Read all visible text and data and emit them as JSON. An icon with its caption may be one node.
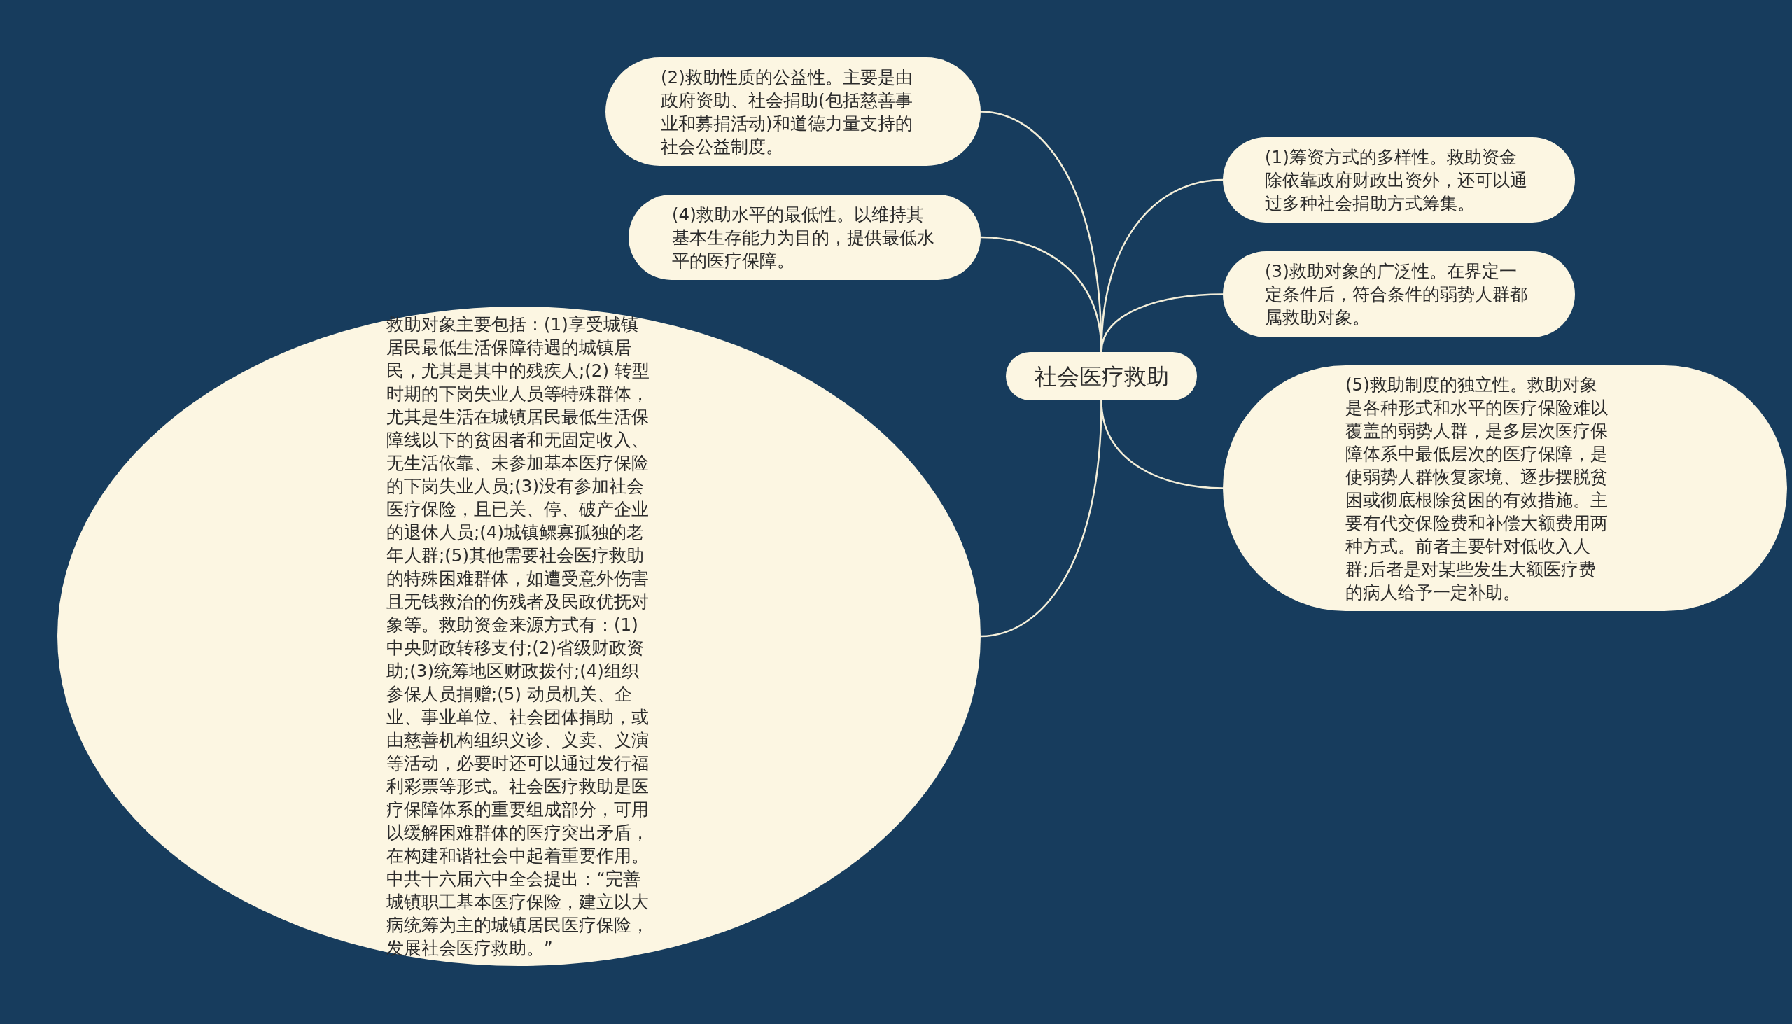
{
  "diagram": {
    "nodes": [
      {
        "text": [
          "社会医疗救助"
        ]
      },
      {
        "text": [
          "(2)救助性质的公益性。主要是由政府资助、社会捐助(包括慈善事业和募捐活动)和道德力量支持的社会公益制度。"
        ]
      },
      {
        "text": [
          "(1)筹资方式的多样性。救助资金除依靠政府财政出资外，还可以通过多种社会捐助方式筹集。"
        ]
      },
      {
        "text": [
          "(4)救助水平的最低性。以维持其基本生存能力为目的，提供最低水平的医疗保障。"
        ]
      },
      {
        "text": [
          "(3)救助对象的广泛性。在界定一定条件后，符合条件的弱势人群都属救助对象。"
        ]
      },
      {
        "text": [
          "(5)救助制度的独立性。救助对象是各种形式和水平的医疗保险难以覆盖的弱势人群，是多层次医疗保障体系中最低层次的医疗保障，是使弱势人群恢复家境、逐步摆脱贫困或彻底根除贫困的有效措施。主要有代交保险费和补偿大额费用两种方式。前者主要针对低收入人群;后者是对某些发生大额医疗费的病人给予一定补助。"
        ]
      },
      {
        "text": [
          "救助对象主要包括：(1)享受城镇居民最低生活保障待遇的城镇居民，尤其是其中的残疾人;(2) 转型时期的下岗失业人员等特殊群体，尤其是生活在城镇居民最低生活保障线以下的贫困者和无固定收入、无生活依靠、未参加基本医疗保险的下岗失业人员;(3)没有参加社会医疗保险，且已关、停、破产企业的退休人员;(4)城镇鳏寡孤独的老年人群;(5)其他需要社会医疗救助的特殊困难群体，如遭受意外伤害且无钱救治的伤残者及民政优抚对象等。救助资金来源方式有：(1)中央财政转移支付;(2)省级财政资助;(3)统筹地区财政拨付;(4)组织参保人员捐赠;(5) 动员机关、企业、事业单位、社会团体捐助，或由慈善机构组织义诊、义卖、义演等活动，必要时还可以通过发行福利彩票等形式。社会医疗救助是医疗保障体系的重要组成部分，可用以缓解困难群体的医疗突出矛盾，在构建和谐社会中起着重要作用。中共十六届六中全会提出：“完善城镇职工基本医疗保险，建立以大病统筹为主的城镇居民医疗保险，发展社会医疗救助。”"
        ]
      }
    ],
    "edges": [
      {
        "from": 0,
        "to": 1,
        "arrow": "none"
      },
      {
        "from": 0,
        "to": 2,
        "arrow": "none"
      },
      {
        "from": 0,
        "to": 3,
        "arrow": "none"
      },
      {
        "from": 0,
        "to": 4,
        "arrow": "none"
      },
      {
        "from": 0,
        "to": 5,
        "arrow": "none"
      },
      {
        "from": 0,
        "to": 6,
        "arrow": "none"
      }
    ]
  }
}
